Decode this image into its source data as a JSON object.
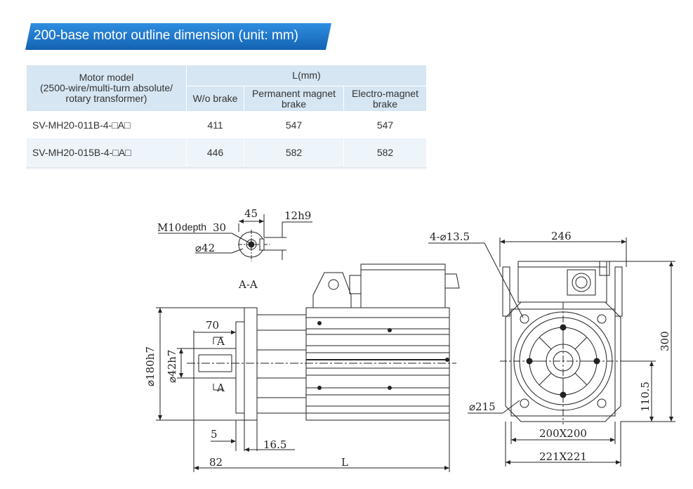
{
  "banner": {
    "title": "200-base motor outline dimension (unit: mm)",
    "color": "#1e74c4"
  },
  "table": {
    "header_model": [
      "Motor model",
      "(2500-wire/multi-turn absolute/",
      "rotary transformer)"
    ],
    "header_l": "L(mm)",
    "sub_wo": "W/o brake",
    "sub_pm": [
      "Permanent magnet",
      "brake"
    ],
    "sub_em": [
      "Electro-magnet",
      "brake"
    ],
    "rows": [
      {
        "model": "SV-MH20-011B-4-□A□",
        "wo": "411",
        "pm": "547",
        "em": "547"
      },
      {
        "model": "SV-MH20-015B-4-□A□",
        "wo": "446",
        "pm": "582",
        "em": "582"
      }
    ]
  },
  "drawing": {
    "section": {
      "keyway_width": "45",
      "key": "12h9",
      "thread": "M10",
      "depth_label": "depth",
      "depth": "30",
      "shaft_dia": "⌀42",
      "section_label": "A-A"
    },
    "side": {
      "flange_dia": "⌀180h7",
      "shaft_dia": "⌀42h7",
      "shaft_len": "70",
      "section_mark": "A",
      "step": "5",
      "flange_thk": "16.5",
      "shaft_total": "82",
      "length": "L"
    },
    "front": {
      "holes": "4-⌀13.5",
      "width": "246",
      "height": "300",
      "pcd": "⌀215",
      "center_h": "110.5",
      "square_inner": "200X200",
      "square_outer": "221X221"
    }
  }
}
